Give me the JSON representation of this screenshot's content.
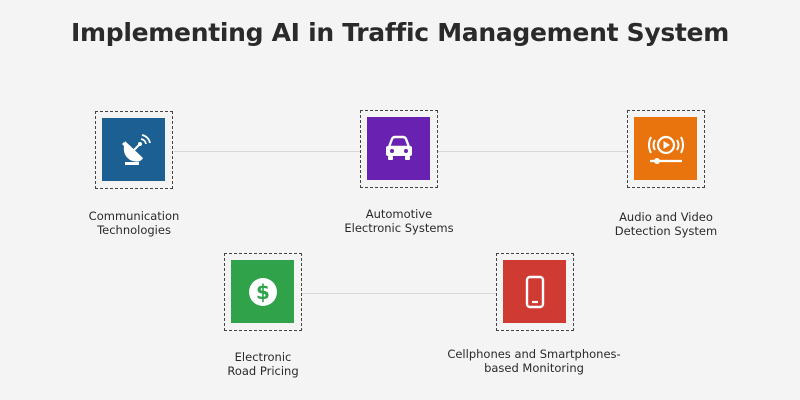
{
  "title": "Implementing AI in Traffic Management System",
  "colors": {
    "communication": "#1c5f93",
    "automotive": "#6821b0",
    "audio_video": "#e9740d",
    "road_pricing": "#2fa24a",
    "cellphones": "#cf3a33"
  },
  "items": [
    {
      "icon": "satellite-dish-icon",
      "label_lines": [
        "Communication",
        "Technologies"
      ]
    },
    {
      "icon": "car-icon",
      "label_lines": [
        "Automotive",
        "Electronic Systems"
      ]
    },
    {
      "icon": "video-play-icon",
      "label_lines": [
        "Audio and Video",
        "Detection System"
      ]
    },
    {
      "icon": "dollar-coin-icon",
      "label_lines": [
        "Electronic",
        "Road Pricing"
      ]
    },
    {
      "icon": "smartphone-icon",
      "label_lines": [
        "Cellphones and Smartphones-",
        "based Monitoring"
      ]
    }
  ]
}
